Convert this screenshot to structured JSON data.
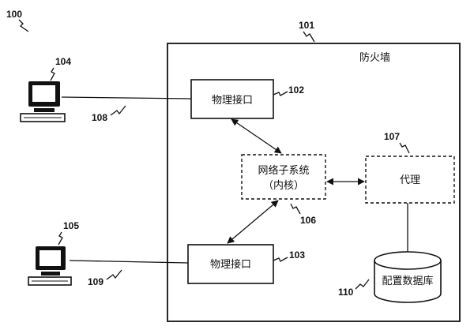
{
  "labels": {
    "figure_ref": "100",
    "firewall_ref": "101",
    "firewall": "防火墙",
    "phys_if_top_ref": "102",
    "phys_if_bottom_ref": "103",
    "computer_top_ref": "104",
    "computer_bottom_ref": "105",
    "kernel_ref": "106",
    "proxy_ref": "107",
    "link_top_ref": "108",
    "link_bottom_ref": "109",
    "db_ref": "110",
    "phys_if_top": "物理接口",
    "phys_if_bottom": "物理接口",
    "network_subsystem": "网络子系统",
    "kernel": "（内核）",
    "proxy": "代理",
    "config_db": "配置数据库"
  },
  "colors": {
    "ink": "#111111",
    "paper": "#ffffff"
  }
}
